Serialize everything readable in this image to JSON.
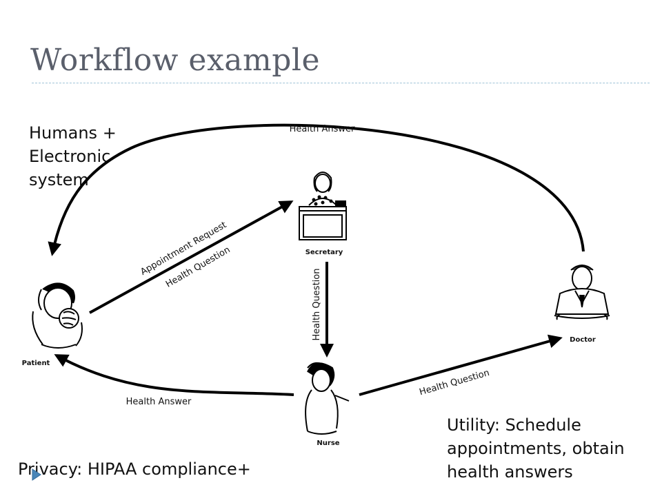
{
  "slide": {
    "title": "Workflow example",
    "humans_note": "Humans + Electronic system",
    "utility_note": "Utility: Schedule appointments, obtain health answers",
    "privacy_note": "Privacy: HIPAA compliance+"
  },
  "actors": {
    "secretary": "Secretary",
    "patient": "Patient",
    "doctor": "Doctor",
    "nurse": "Nurse"
  },
  "edges": {
    "top_answer": "Health Answer",
    "appointment_request": "Appointment Request",
    "health_question_patient": "Health Question",
    "health_question_secretary": "Health Question",
    "health_question_nurse": "Health Question",
    "bottom_answer": "Health Answer"
  },
  "colors": {
    "title": "#5a5f6b",
    "rule": "#9ec2d6",
    "bullet": "#4a86b8",
    "arrow": "#000000"
  }
}
